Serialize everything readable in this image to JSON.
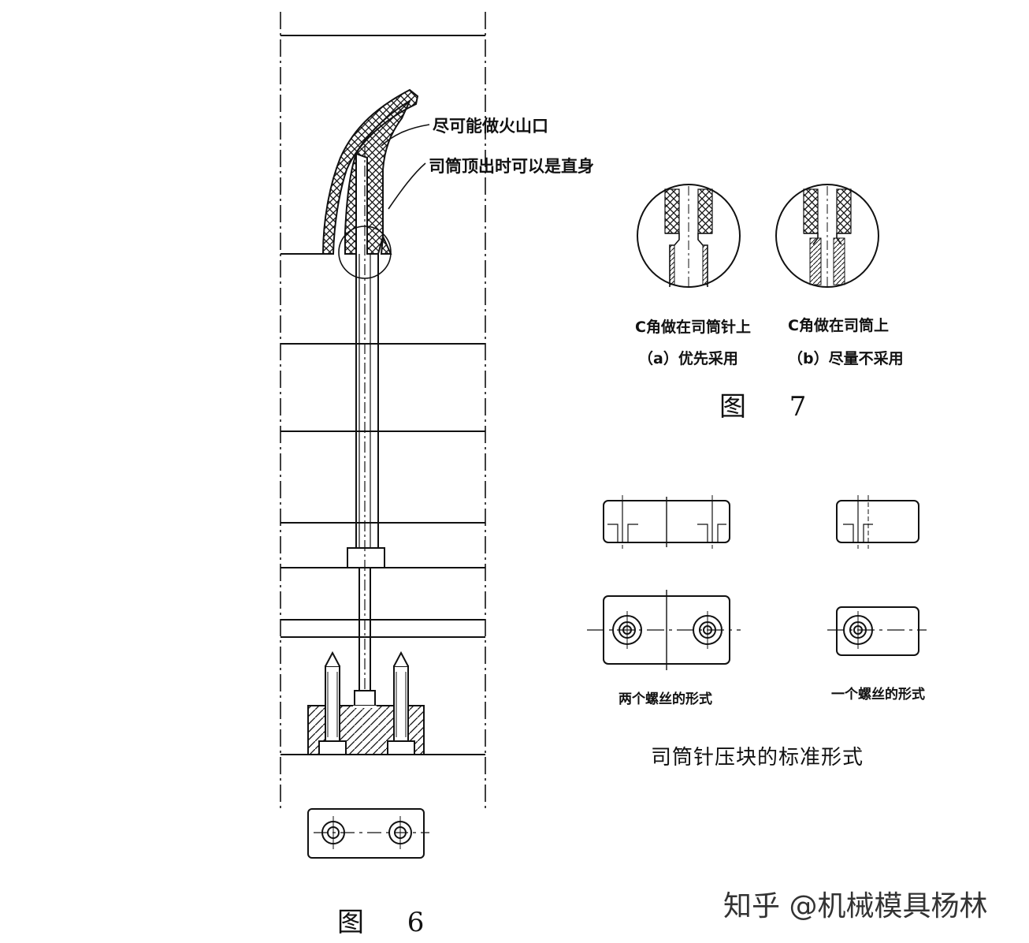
{
  "figure6": {
    "callout_top": "尽可能做火山口",
    "callout_bottom": "司筒顶出时可以是直身",
    "label": "图 6"
  },
  "figure7": {
    "detail_a_line1": "C角做在司筒针上",
    "detail_a_line2": "（a）优先采用",
    "detail_b_line1": "C角做在司筒上",
    "detail_b_line2": "（b）尽量不采用",
    "label": "图 7"
  },
  "clamp_blocks": {
    "two_screw_label": "两个螺丝的形式",
    "one_screw_label": "一个螺丝的形式",
    "caption": "司筒针压块的标准形式"
  },
  "watermark": "知乎 @机械模具杨林"
}
